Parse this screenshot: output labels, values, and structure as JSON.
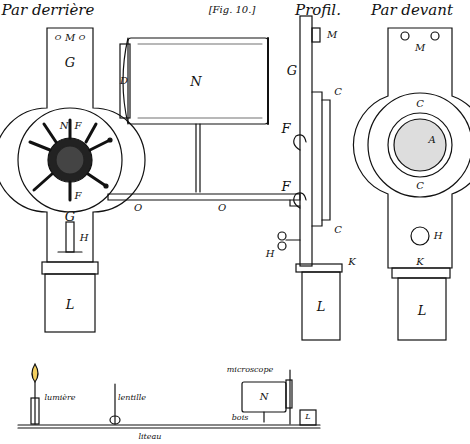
{
  "diagram": {
    "title": "[Fig. 10.]",
    "labels": [
      "Par derrière",
      "Profil.",
      "Par devant",
      "O",
      "M",
      "O",
      "G",
      "N",
      "F",
      "F",
      "G",
      "H",
      "L",
      "D",
      "N",
      "O",
      "O",
      "M",
      "G",
      "C",
      "F",
      "F",
      "H",
      "C",
      "K",
      "L",
      "M",
      "C",
      "A",
      "C",
      "H",
      "K",
      "L",
      "lumière",
      "lentille",
      "microscope",
      "N",
      "bois",
      "L",
      "liteau"
    ]
  }
}
